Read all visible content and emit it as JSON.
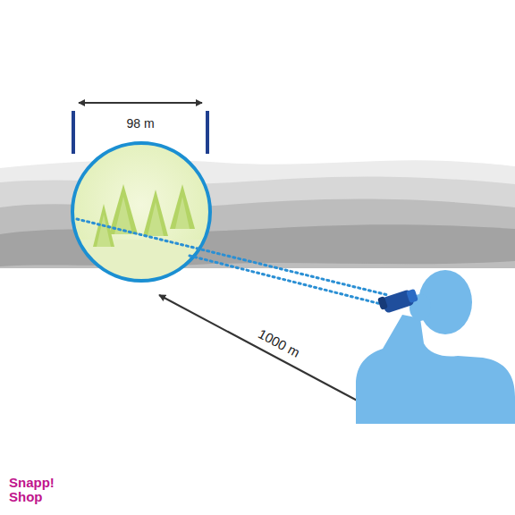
{
  "diagram": {
    "labels": [
      "98 m",
      "1000 m",
      "Snapp! Shop"
    ]
  }
}
